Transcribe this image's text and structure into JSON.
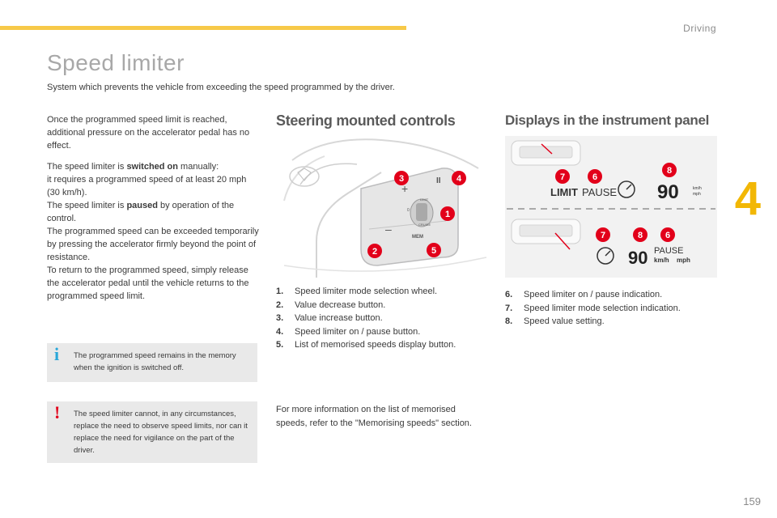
{
  "header": {
    "section": "Driving",
    "chapter": "4"
  },
  "title": "Speed limiter",
  "intro": "System which prevents the vehicle from exceeding the speed programmed by the driver.",
  "body": {
    "p1": "Once the programmed speed limit is reached, additional pressure on the accelerator pedal has no effect.",
    "p2_a": "The speed limiter is ",
    "p2_b": "switched on",
    "p2_c": " manually:",
    "p2_d": "it requires a programmed speed of at least 20 mph (30 km/h).",
    "p3_a": "The speed limiter is ",
    "p3_b": "paused",
    "p3_c": " by operation of the control.",
    "p4": "The programmed speed can be exceeded temporarily by pressing the accelerator firmly beyond the point of resistance.",
    "p5": "To return to the programmed speed, simply release the accelerator pedal until the vehicle returns to the programmed speed limit."
  },
  "notes": {
    "info_icon": "i",
    "info": "The programmed speed remains in the memory when the ignition is switched off.",
    "warn_icon": "!",
    "warn": "The speed limiter cannot, in any circumstances, replace the need to observe speed limits, nor can it replace the need for vigilance on the part of the driver."
  },
  "steering": {
    "heading": "Steering mounted controls",
    "figure_labels": {
      "plus": "+",
      "minus": "–",
      "pause": "II",
      "mem": "MEM",
      "limit": "LIMIT",
      "cruise": "CRUISE",
      "zero": "0"
    },
    "items": [
      {
        "num": "1.",
        "text": "Speed limiter mode selection wheel."
      },
      {
        "num": "2.",
        "text": "Value decrease button."
      },
      {
        "num": "3.",
        "text": "Value increase button."
      },
      {
        "num": "4.",
        "text": "Speed limiter on / pause button."
      },
      {
        "num": "5.",
        "text": "List of memorised speeds display button."
      }
    ],
    "more": "For more information on the list of memorised speeds, refer to the \"Memorising speeds\" section."
  },
  "displays": {
    "heading": "Displays in the instrument panel",
    "figure_labels": {
      "limit": "LIMIT",
      "pause": "PAUSE",
      "speed": "90",
      "kmh": "km/h",
      "mph": "mph"
    },
    "items": [
      {
        "num": "6.",
        "text": "Speed limiter on / pause indication."
      },
      {
        "num": "7.",
        "text": "Speed limiter mode selection indication."
      },
      {
        "num": "8.",
        "text": "Speed value setting."
      }
    ]
  },
  "callouts": [
    "1",
    "2",
    "3",
    "4",
    "5",
    "6",
    "7",
    "8"
  ],
  "colors": {
    "accent": "#f7c948",
    "chapter": "#f2b705",
    "callout": "#e2001a",
    "info": "#2aa7d9"
  },
  "page_number": "159"
}
